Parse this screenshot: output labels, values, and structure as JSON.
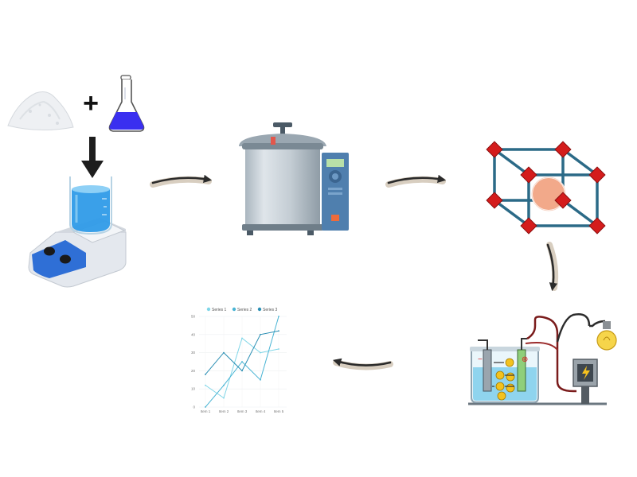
{
  "symbols": {
    "plus": "+"
  },
  "colors": {
    "powder": "#f1f3f6",
    "solution": "#3a2ff0",
    "beaker_water": "#2f9be8",
    "stirrer_panel": "#2f6fd6",
    "autoclave_body": "#c7d0d6",
    "autoclave_panel": "#4f7fae",
    "framework_edge": "#2b6a87",
    "node": "#d41c1c",
    "guest_sphere": "#f2a98a",
    "bath_water": "#8fd4ee",
    "bulb": "#f6d54a",
    "arrow": "#2b2b2b",
    "arrow_shadow": "#d8cec0",
    "series_1": "#7fd6e8",
    "series_2": "#49b4d4",
    "series_3": "#2b8fb4"
  },
  "icons": [
    "powder-pile-icon",
    "conical-flask-icon",
    "magnetic-stirrer-icon",
    "autoclave-icon",
    "framework-icon",
    "electrochemical-cell-icon",
    "light-bulb-icon",
    "power-source-icon"
  ],
  "chart_data": {
    "type": "line",
    "categories": [
      "Item 1",
      "Item 2",
      "Item 3",
      "Item 4",
      "Item 5"
    ],
    "series": [
      {
        "name": "Series 1",
        "values": [
          12,
          5,
          38,
          30,
          32
        ]
      },
      {
        "name": "Series 2",
        "values": [
          0,
          12,
          25,
          15,
          50
        ]
      },
      {
        "name": "Series 3",
        "values": [
          18,
          30,
          20,
          40,
          42
        ]
      }
    ],
    "y_ticks": [
      "0",
      "10",
      "20",
      "30",
      "40",
      "50"
    ],
    "ylim": [
      0,
      50
    ],
    "grid": true,
    "legend": "top"
  }
}
